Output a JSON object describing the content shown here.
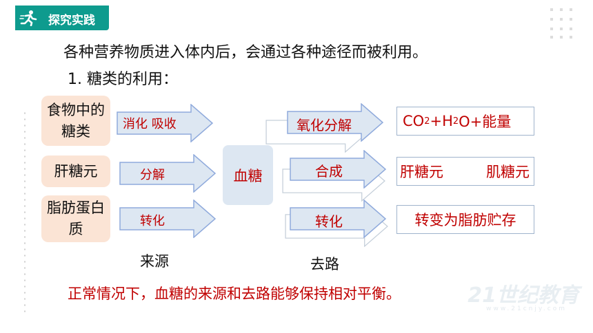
{
  "header": {
    "title": "探究实践"
  },
  "intro": "各种营养物质进入体内后，会通过各种途径而被利用。",
  "subtitle": "1. 糖类的利用：",
  "sources": [
    {
      "label": "食物中的糖类",
      "arrow_label": "消化  吸收"
    },
    {
      "label": "肝糖元",
      "arrow_label": "分解"
    },
    {
      "label": "脂肪蛋白质",
      "arrow_label": "转化"
    }
  ],
  "center": "血糖",
  "destinations": [
    {
      "arrow_label": "氧化分解",
      "result_parts": [
        "CO",
        "2",
        "+H",
        "2",
        "O+能量"
      ]
    },
    {
      "arrow_label": "合成",
      "result_a": "肝糖元",
      "result_b": "肌糖元"
    },
    {
      "arrow_label": "转化",
      "result": "转变为脂肪贮存"
    }
  ],
  "captions": {
    "source": "来源",
    "destination": "去路"
  },
  "footer": "正常情况下，血糖的来源和去路能够保持相对平衡。",
  "watermark": "21世纪教育",
  "watermark_url": "www.21cnjy.com",
  "colors": {
    "accent": "#0e9b8e",
    "red": "#c00000",
    "source_box": "#fbe4d5",
    "arrow_fill": "#dde7f2",
    "arrow_stroke": "#8faadc"
  }
}
